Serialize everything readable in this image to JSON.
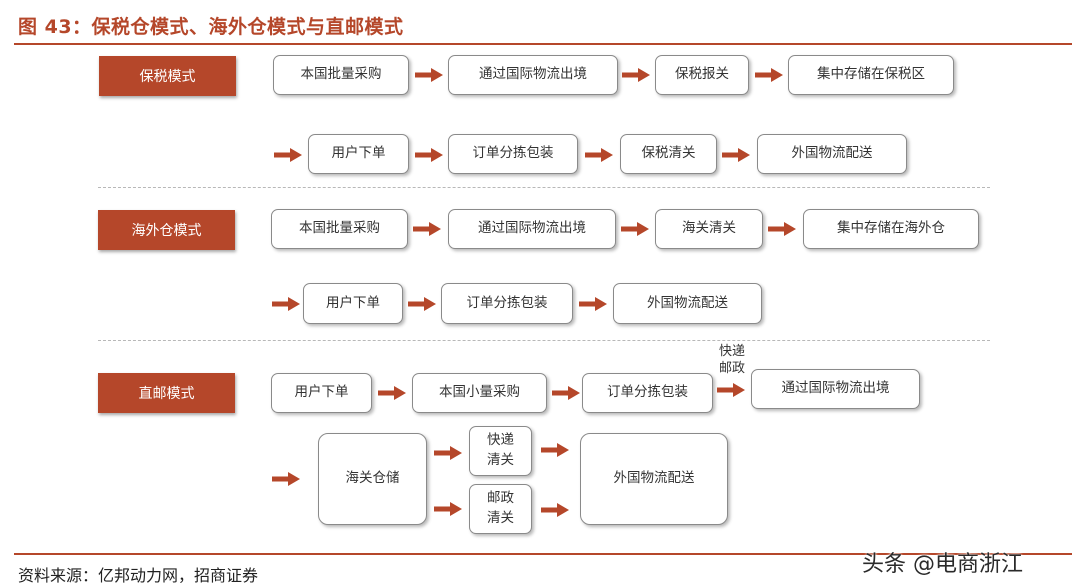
{
  "title": "图 43：保税仓模式、海外仓模式与直邮模式",
  "source": "资料来源：亿邦动力网，招商证券",
  "watermark": "头条 @电商浙江",
  "colors": {
    "accent": "#b5472a",
    "box_border": "#8a8a8a",
    "separator": "#b8b8b8"
  },
  "icons": {
    "flow_arrow": "right-arrow-icon"
  },
  "bonded": {
    "mode_label": "保税模式",
    "row1": [
      "本国批量采购",
      "通过国际物流出境",
      "保税报关",
      "集中存储在保税区"
    ],
    "row2": [
      "用户下单",
      "订单分拣包装",
      "保税清关",
      "外国物流配送"
    ]
  },
  "overseas": {
    "mode_label": "海外仓模式",
    "row1": [
      "本国批量采购",
      "通过国际物流出境",
      "海关清关",
      "集中存储在海外仓"
    ],
    "row2": [
      "用户下单",
      "订单分拣包装",
      "外国物流配送"
    ]
  },
  "direct": {
    "mode_label": "直邮模式",
    "row1": [
      "用户下单",
      "本国小量采购",
      "订单分拣包装",
      "通过国际物流出境"
    ],
    "row1_note": [
      "快递",
      "邮政"
    ],
    "customs_warehouse": "海关仓储",
    "branch_express": [
      "快递",
      "清关"
    ],
    "branch_post": [
      "邮政",
      "清关"
    ],
    "final": "外国物流配送"
  }
}
